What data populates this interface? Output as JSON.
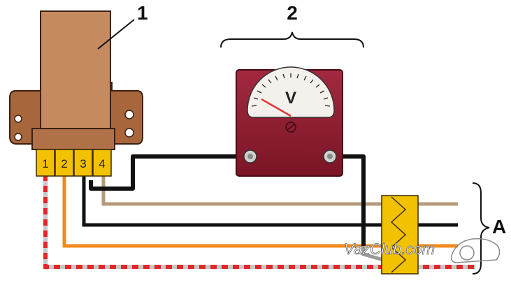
{
  "labels": {
    "sensor_callout": "1",
    "voltmeter_callout": "2",
    "wires_callout": "A"
  },
  "connector": {
    "pins": [
      "1",
      "2",
      "3",
      "4"
    ]
  },
  "voltmeter": {
    "unit": "V"
  },
  "watermark": {
    "text": "VazClub.com"
  },
  "colors": {
    "sensor_body": "#c58a60",
    "bracket": "#a8663c",
    "connector_yellow": "#f2c200",
    "meter_body": "#8c1a2e",
    "wire_black": "#111111",
    "wire_tan": "#b59a7a",
    "wire_orange": "#f08a1c",
    "wire_red_stripe": "#e0282a",
    "wire_grey_stripe": "#c8c8c8",
    "needle": "#e03a3a"
  }
}
